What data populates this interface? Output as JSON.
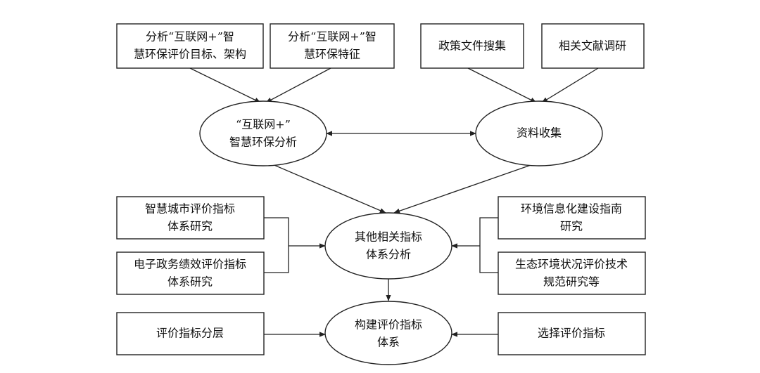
{
  "nodes": {
    "box_goal": [
      "分析“互联网+”智",
      "慧环保评价目标、架构"
    ],
    "box_feature": [
      "分析“互联网+”智",
      "慧环保特征"
    ],
    "box_policy": [
      "政策文件搜集"
    ],
    "box_literature": [
      "相关文献调研"
    ],
    "ellipse_analysis": [
      "“互联网+”",
      "智慧环保分析"
    ],
    "ellipse_collect": [
      "资料收集"
    ],
    "box_smart_city": [
      "智慧城市评价指标",
      "体系研究"
    ],
    "box_egov": [
      "电子政务绩效评价指标",
      "体系研究"
    ],
    "ellipse_other": [
      "其他相关指标",
      "体系分析"
    ],
    "box_env_info": [
      "环境信息化建设指南",
      "研究"
    ],
    "box_eco_env": [
      "生态环境状况评价技术",
      "规范研究等"
    ],
    "box_layer": [
      "评价指标分层"
    ],
    "ellipse_build": [
      "构建评价指标",
      "体系"
    ],
    "box_select": [
      "选择评价指标"
    ]
  }
}
